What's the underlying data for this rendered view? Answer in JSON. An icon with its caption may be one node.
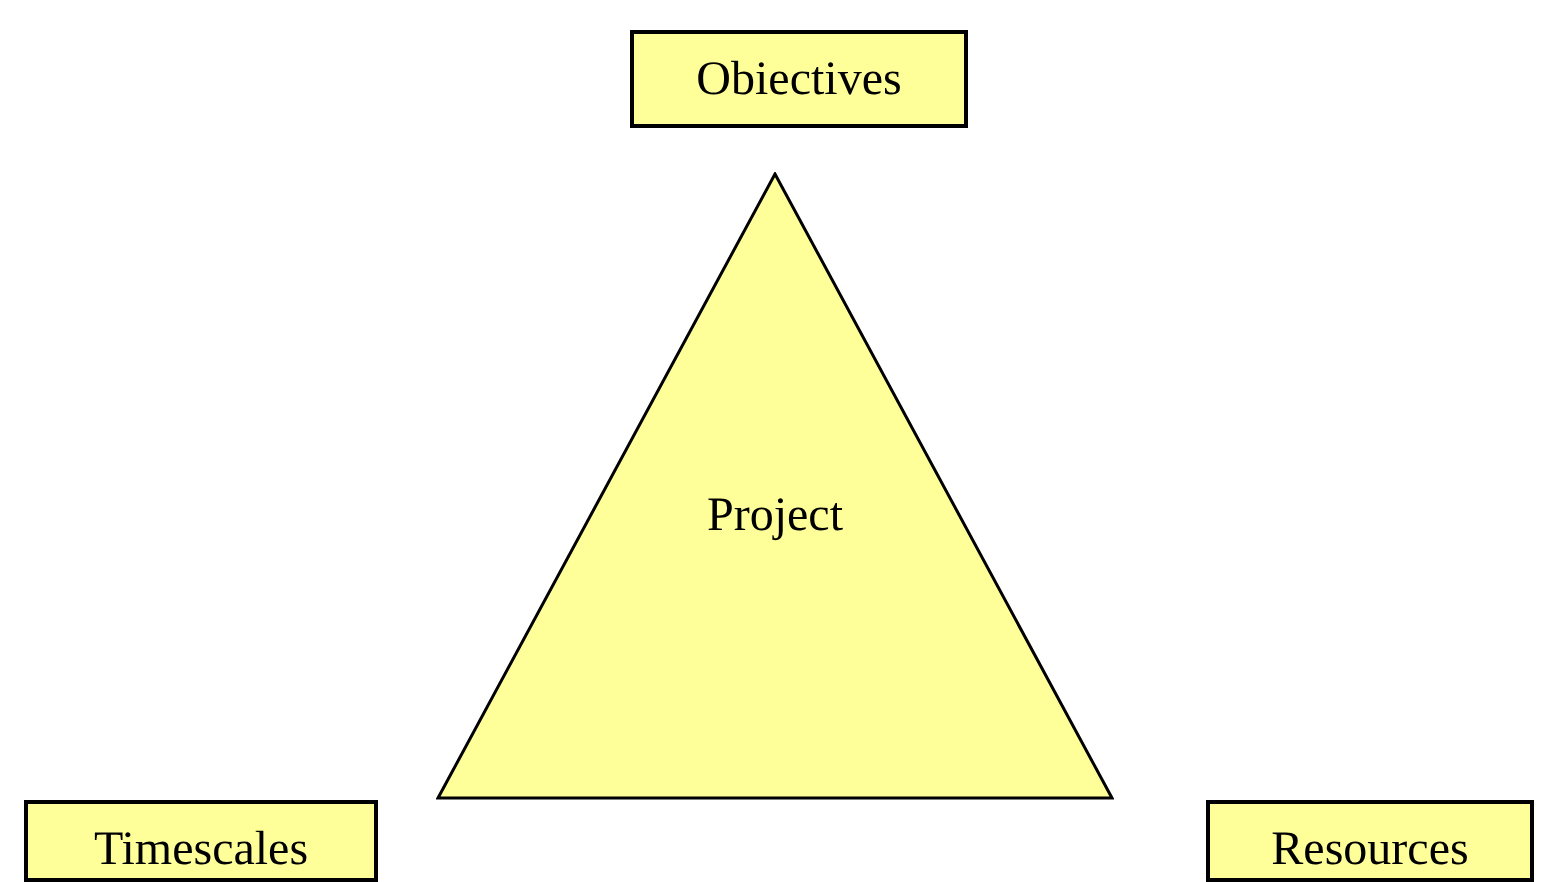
{
  "diagram": {
    "nodes": [
      {
        "text": [
          "Obiectives"
        ]
      },
      {
        "text": [
          "Project"
        ]
      },
      {
        "text": [
          "Timescales"
        ]
      },
      {
        "text": [
          "Resources"
        ]
      }
    ]
  }
}
